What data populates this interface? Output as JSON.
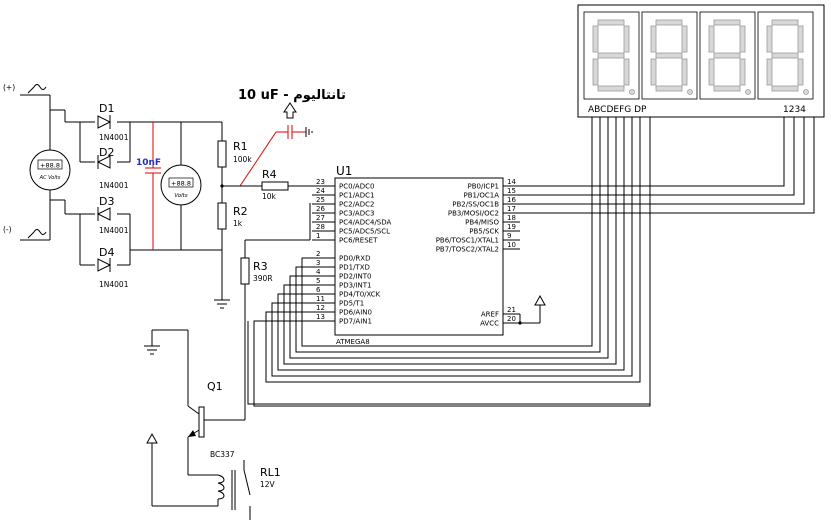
{
  "title_note": "10 uF - تانتاليوم",
  "blue_cap": "10nF",
  "sources": {
    "pos": "(+)",
    "neg": "(-)"
  },
  "meters": {
    "ac": {
      "reading": "+88.8",
      "unit": "AC Volts"
    },
    "dc": {
      "reading": "+88.8",
      "unit": "Volts"
    }
  },
  "diodes": [
    {
      "ref": "D1",
      "value": "1N4001"
    },
    {
      "ref": "D2",
      "value": "1N4001"
    },
    {
      "ref": "D3",
      "value": "1N4001"
    },
    {
      "ref": "D4",
      "value": "1N4001"
    }
  ],
  "resistors": {
    "r1": {
      "ref": "R1",
      "value": "100k"
    },
    "r2": {
      "ref": "R2",
      "value": "1k"
    },
    "r3": {
      "ref": "R3",
      "value": "390R"
    },
    "r4": {
      "ref": "R4",
      "value": "10k"
    }
  },
  "mcu": {
    "ref": "U1",
    "part": "ATMEGA8",
    "left_pins": [
      {
        "num": "23",
        "name": "PC0/ADC0"
      },
      {
        "num": "24",
        "name": "PC1/ADC1"
      },
      {
        "num": "25",
        "name": "PC2/ADC2"
      },
      {
        "num": "26",
        "name": "PC3/ADC3"
      },
      {
        "num": "27",
        "name": "PC4/ADC4/SDA"
      },
      {
        "num": "28",
        "name": "PC5/ADC5/SCL"
      },
      {
        "num": "1",
        "name": "PC6/RESET"
      },
      {
        "num": "2",
        "name": "PD0/RXD"
      },
      {
        "num": "3",
        "name": "PD1/TXD"
      },
      {
        "num": "4",
        "name": "PD2/INT0"
      },
      {
        "num": "5",
        "name": "PD3/INT1"
      },
      {
        "num": "6",
        "name": "PD4/T0/XCK"
      },
      {
        "num": "11",
        "name": "PD5/T1"
      },
      {
        "num": "12",
        "name": "PD6/AIN0"
      },
      {
        "num": "13",
        "name": "PD7/AIN1"
      }
    ],
    "right_pins": [
      {
        "num": "14",
        "name": "PB0/ICP1"
      },
      {
        "num": "15",
        "name": "PB1/OC1A"
      },
      {
        "num": "16",
        "name": "PB2/SS/OC1B"
      },
      {
        "num": "17",
        "name": "PB3/MOSI/OC2"
      },
      {
        "num": "18",
        "name": "PB4/MISO"
      },
      {
        "num": "19",
        "name": "PB5/SCK"
      },
      {
        "num": "9",
        "name": "PB6/TOSC1/XTAL1"
      },
      {
        "num": "10",
        "name": "PB7/TOSC2/XTAL2"
      },
      {
        "num": "21",
        "name": "AREF"
      },
      {
        "num": "20",
        "name": "AVCC"
      }
    ]
  },
  "display": {
    "segments_label": "ABCDEFG  DP",
    "digits_label": "1234"
  },
  "transistor": {
    "ref": "Q1",
    "value": "BC337"
  },
  "relay": {
    "ref": "RL1",
    "value": "12V"
  }
}
